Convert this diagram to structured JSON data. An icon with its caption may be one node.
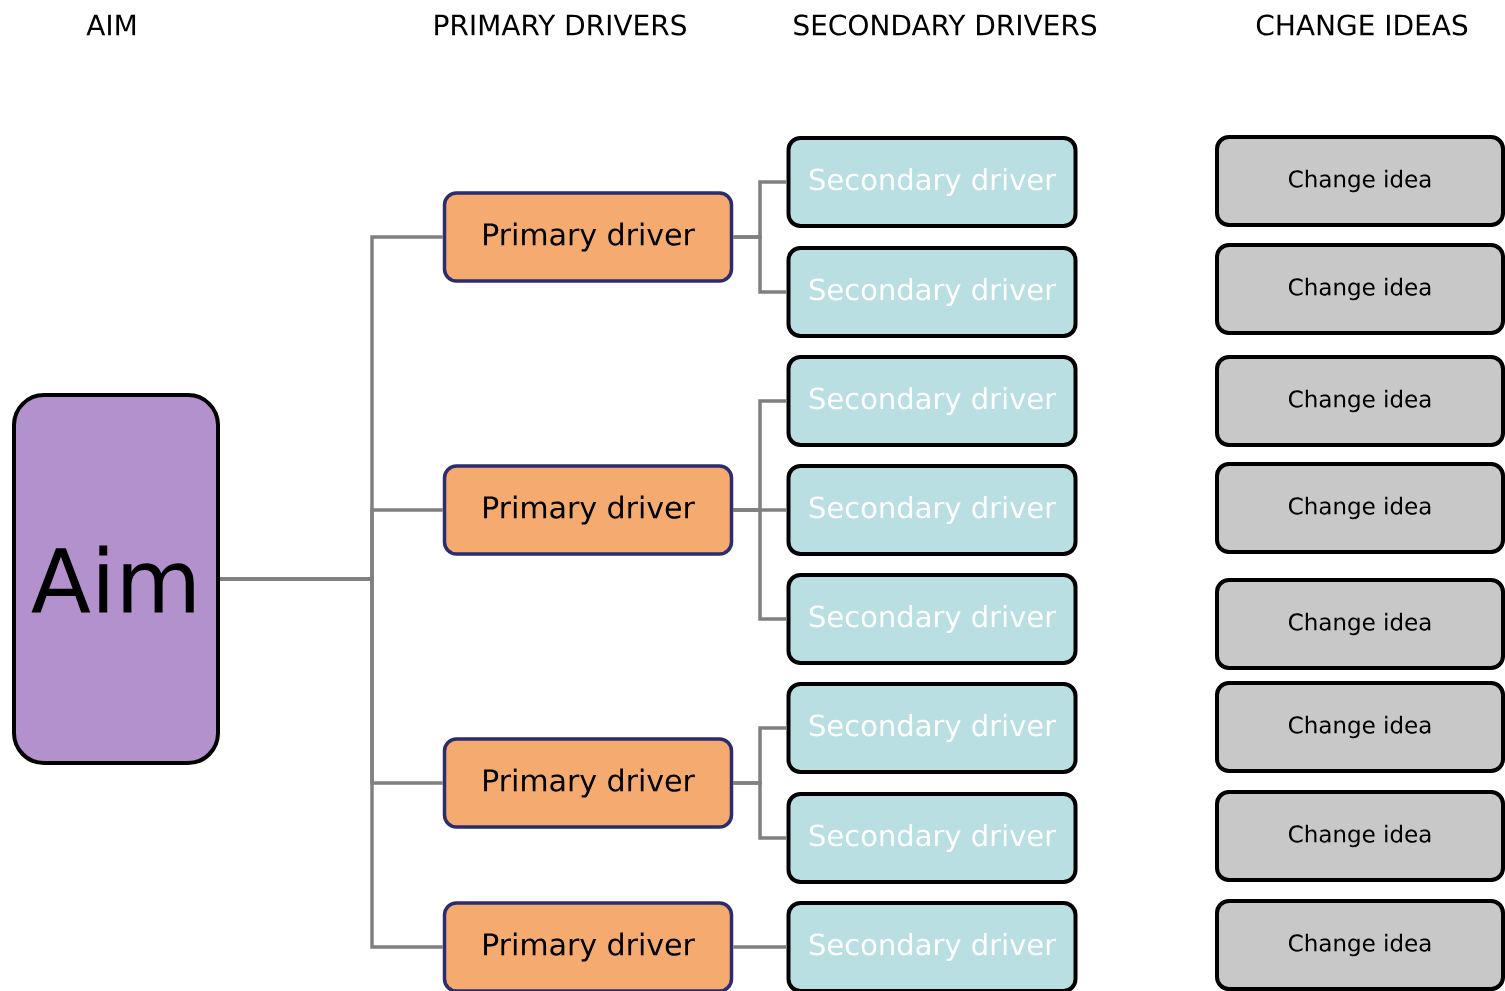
{
  "diagram": {
    "nodes": [
      {
        "text": [
          "Aim"
        ]
      },
      {
        "text": [
          "Primary driver"
        ]
      },
      {
        "text": [
          "Primary driver"
        ]
      },
      {
        "text": [
          "Primary driver"
        ]
      },
      {
        "text": [
          "Primary driver"
        ]
      },
      {
        "text": [
          "Secondary driver"
        ]
      },
      {
        "text": [
          "Secondary driver"
        ]
      },
      {
        "text": [
          "Secondary driver"
        ]
      },
      {
        "text": [
          "Secondary driver"
        ]
      },
      {
        "text": [
          "Secondary driver"
        ]
      },
      {
        "text": [
          "Secondary driver"
        ]
      },
      {
        "text": [
          "Secondary driver"
        ]
      },
      {
        "text": [
          "Secondary driver"
        ]
      },
      {
        "text": [
          "Change idea"
        ]
      },
      {
        "text": [
          "Change idea"
        ]
      },
      {
        "text": [
          "Change idea"
        ]
      },
      {
        "text": [
          "Change idea"
        ]
      },
      {
        "text": [
          "Change idea"
        ]
      },
      {
        "text": [
          "Change idea"
        ]
      },
      {
        "text": [
          "Change idea"
        ]
      },
      {
        "text": [
          "Change idea"
        ]
      }
    ],
    "edges": [
      {
        "from": 0,
        "to": 1,
        "arrow": "none"
      },
      {
        "from": 0,
        "to": 2,
        "arrow": "none"
      },
      {
        "from": 0,
        "to": 3,
        "arrow": "none"
      },
      {
        "from": 0,
        "to": 4,
        "arrow": "none"
      },
      {
        "from": 1,
        "to": 5,
        "arrow": "none"
      },
      {
        "from": 1,
        "to": 6,
        "arrow": "none"
      },
      {
        "from": 2,
        "to": 7,
        "arrow": "none"
      },
      {
        "from": 2,
        "to": 8,
        "arrow": "none"
      },
      {
        "from": 2,
        "to": 9,
        "arrow": "none"
      },
      {
        "from": 3,
        "to": 10,
        "arrow": "none"
      },
      {
        "from": 3,
        "to": 11,
        "arrow": "none"
      },
      {
        "from": 4,
        "to": 12,
        "arrow": "none"
      }
    ],
    "labels": [
      "AIM",
      "PRIMARY DRIVERS",
      "SECONDARY DRIVERS",
      "CHANGE IDEAS"
    ]
  }
}
